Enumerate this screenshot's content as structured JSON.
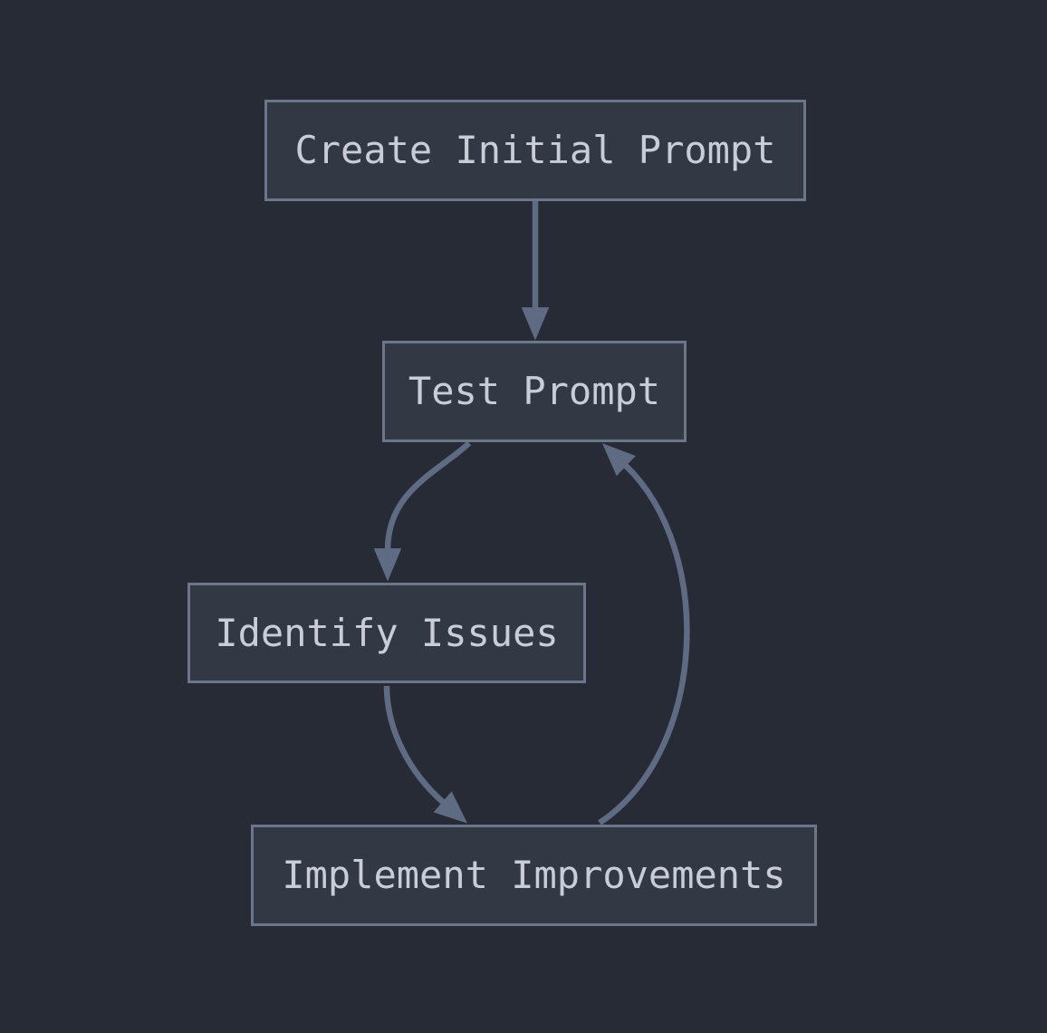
{
  "diagram": {
    "type": "flowchart",
    "direction": "top-down",
    "colors": {
      "background": "#272b35",
      "node_fill": "#333845",
      "node_border": "#6d7689",
      "node_text": "#c8cdd8",
      "arrow": "#5e6b83"
    },
    "nodes": [
      {
        "id": "create",
        "label": "Create Initial Prompt"
      },
      {
        "id": "test",
        "label": "Test Prompt"
      },
      {
        "id": "identify",
        "label": "Identify Issues"
      },
      {
        "id": "implement",
        "label": "Implement Improvements"
      }
    ],
    "edges": [
      {
        "from": "create",
        "to": "test",
        "style": "straight"
      },
      {
        "from": "test",
        "to": "identify",
        "style": "curved"
      },
      {
        "from": "identify",
        "to": "implement",
        "style": "curved"
      },
      {
        "from": "implement",
        "to": "test",
        "style": "curved"
      }
    ]
  }
}
